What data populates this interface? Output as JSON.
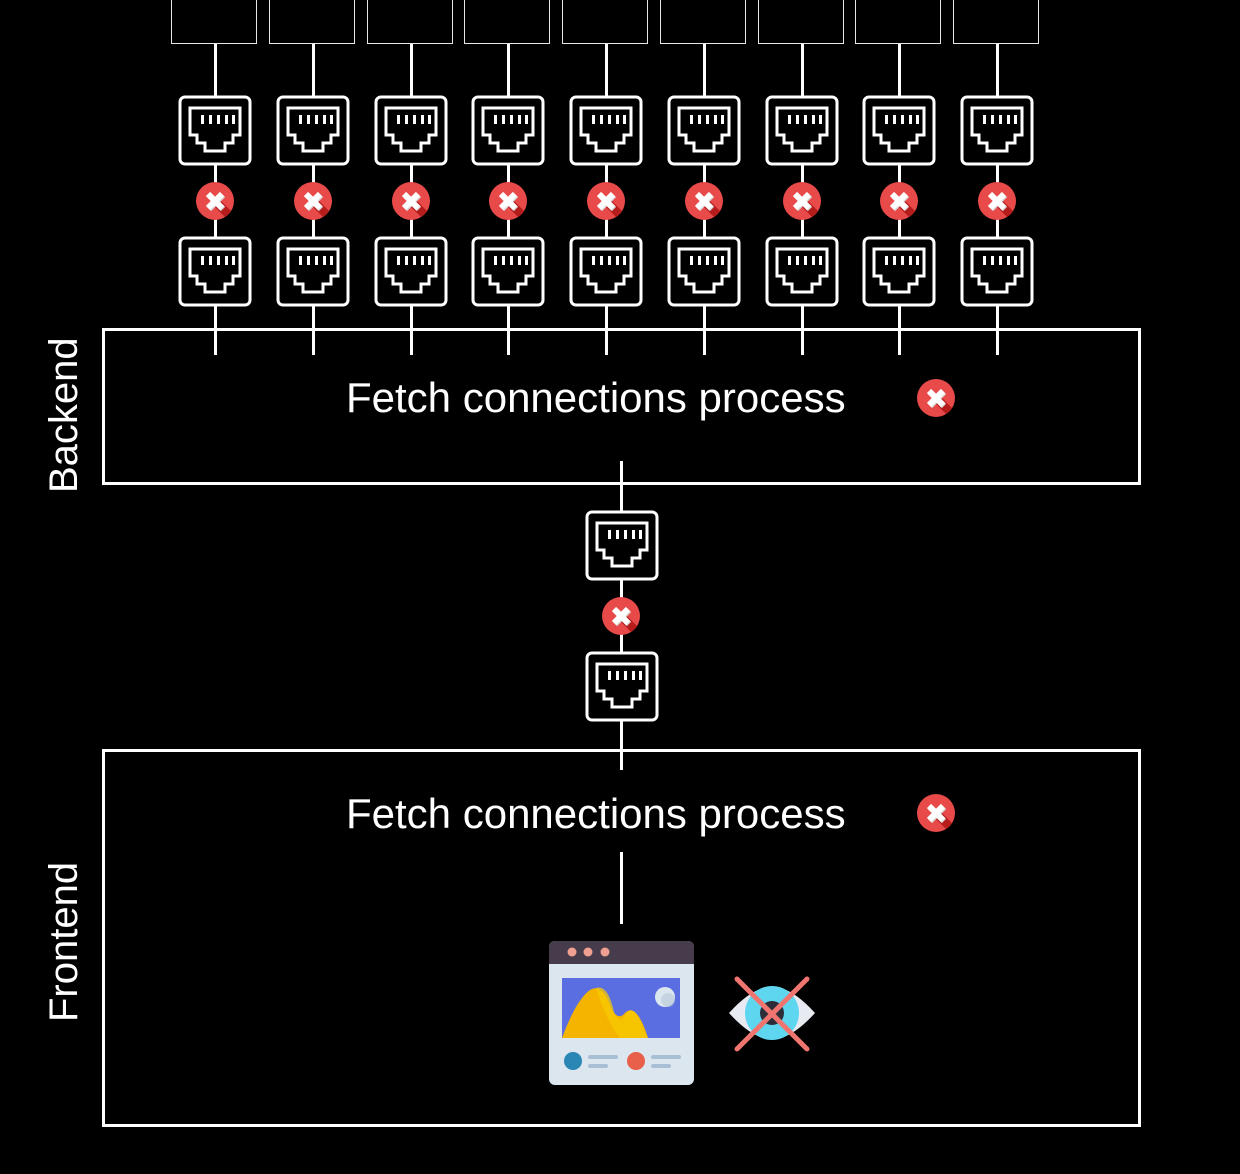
{
  "diagram": {
    "sources": {
      "count": 9
    },
    "backend": {
      "section_label": "Backend",
      "process_label": "Fetch connections process",
      "status_icon": "error-x-icon"
    },
    "frontend": {
      "section_label": "Frontend",
      "process_label": "Fetch connections process",
      "status_icon": "error-x-icon",
      "browser_icon": "browser-window-image-icon",
      "visibility_icon": "eye-crossed-out-icon"
    },
    "connection_icon": "ethernet-port-icon",
    "link_status_icon": "error-x-icon",
    "colors": {
      "background": "#000000",
      "stroke": "#ffffff",
      "error_red": "#e84a4a",
      "error_dark": "#b51d1d",
      "browser_frame": "#dce6ef",
      "browser_bar": "#463c4b",
      "browser_image": "#5b6ee1",
      "mountain": "#f5b400",
      "eye_iris": "#5fd6f0",
      "strike": "#f07570"
    }
  }
}
